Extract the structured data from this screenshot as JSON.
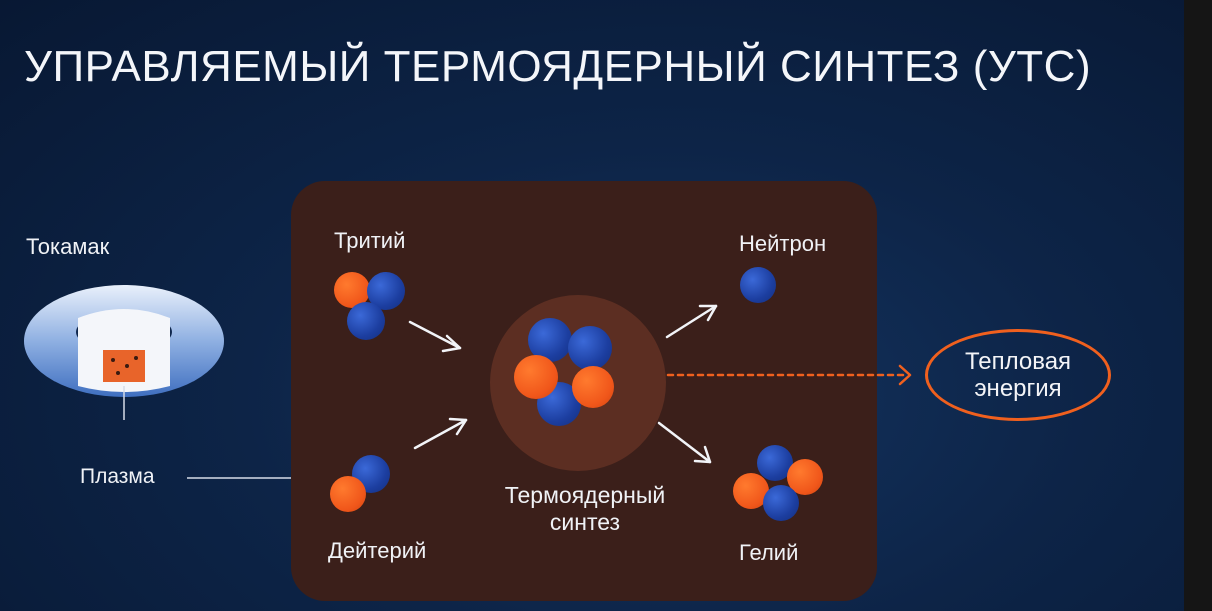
{
  "title": "УПРАВЛЯЕМЫЙ ТЕРМОЯДЕРНЫЙ СИНТЕЗ (УТС)",
  "tokamak_label": "Токамак",
  "plasma_label": "Плазма",
  "tritium_label": "Тритий",
  "deuterium_label": "Дейтерий",
  "fusion_label_line1": "Термоядерный",
  "fusion_label_line2": "синтез",
  "neutron_label": "Нейтрон",
  "helium_label": "Гелий",
  "energy_label_line1": "Тепловая",
  "energy_label_line2": "энергия",
  "colors": {
    "background": "#0b1f3d",
    "panel": "#3b1f1a",
    "proton": "#f0561a",
    "neutron": "#1c3ea0",
    "accent": "#f0601e"
  }
}
